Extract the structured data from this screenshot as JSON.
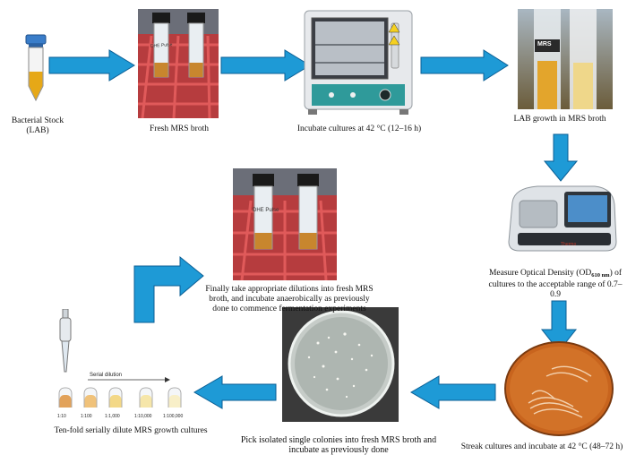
{
  "steps": {
    "stock": {
      "label": "Bacterial Stock (LAB)"
    },
    "fresh_broth": {
      "label": "Fresh MRS broth",
      "tube_text": "DHE Pulse"
    },
    "incubate": {
      "label": "Incubate cultures at 42 °C (12–16 h)"
    },
    "growth": {
      "label": "LAB growth in MRS broth",
      "tube_text": "MRS"
    },
    "od": {
      "label_pre": "Measure Optical Density (OD",
      "label_sub": "610 nm",
      "label_post": ") of cultures to the acceptable range of 0.7–0.9",
      "brand": "Thermo"
    },
    "streak": {
      "label": "Streak cultures and incubate at 42 °C (48–72 h)"
    },
    "pick": {
      "label": "Pick isolated single colonies into fresh MRS broth and incubate as previously done"
    },
    "dilute": {
      "label": "Ten-fold serially dilute MRS growth cultures",
      "serial_label": "Serial dilution",
      "tube_labels": [
        "1:10",
        "1:100",
        "1:1,000",
        "1:10,000",
        "1:100,000"
      ]
    },
    "final": {
      "label": "Finally take appropriate dilutions into fresh MRS broth, and incubate anaerobically as previously done to commence fermentation experiments",
      "tube_text": "DHE Pulse"
    }
  },
  "colors": {
    "arrow_fill": "#1e9ad6",
    "arrow_stroke": "#0b5f95",
    "rack_red": "#d23a3a",
    "broth": "#e8a83a",
    "agar": "#c8641e"
  }
}
